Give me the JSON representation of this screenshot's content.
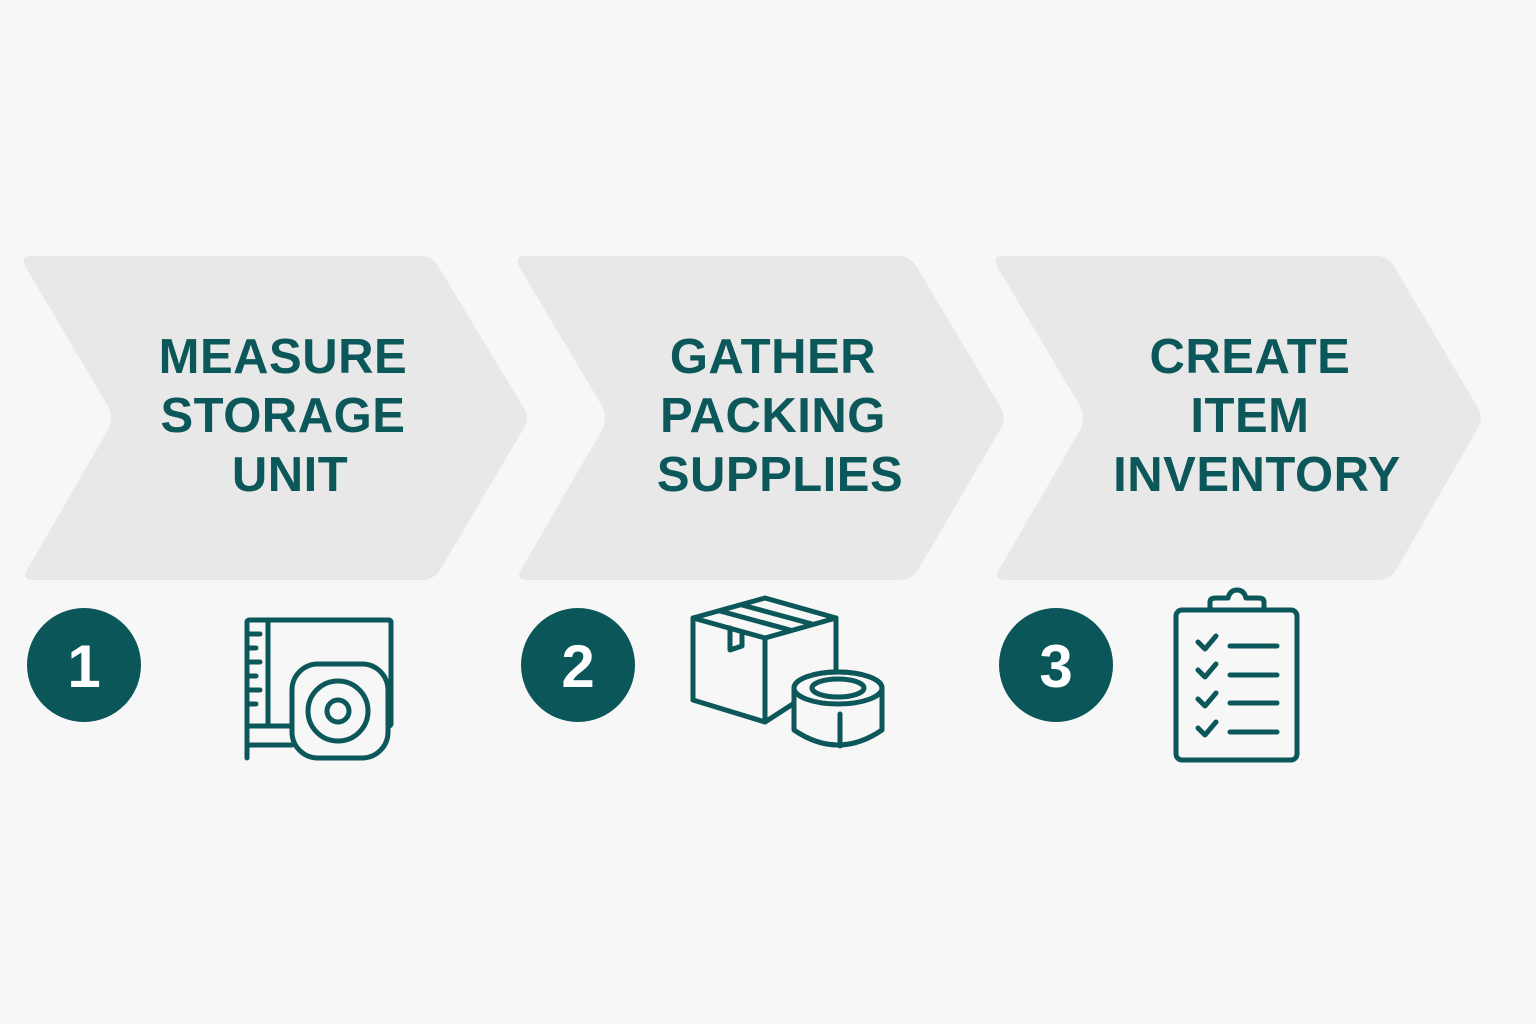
{
  "colors": {
    "background": "#f7f7f7",
    "chevron": "#e8e8e8",
    "accent": "#0c5759",
    "badge": "#0a5658",
    "badge_text": "#ffffff"
  },
  "steps": [
    {
      "number": "1",
      "lines": [
        "MEASURE",
        "STORAGE",
        "UNIT"
      ],
      "icon": "tape-measure-icon"
    },
    {
      "number": "2",
      "lines": [
        "GATHER",
        "PACKING",
        "SUPPLIES"
      ],
      "icon": "box-and-tape-icon"
    },
    {
      "number": "3",
      "lines": [
        "CREATE",
        "ITEM",
        "INVENTORY"
      ],
      "icon": "clipboard-checklist-icon"
    }
  ]
}
